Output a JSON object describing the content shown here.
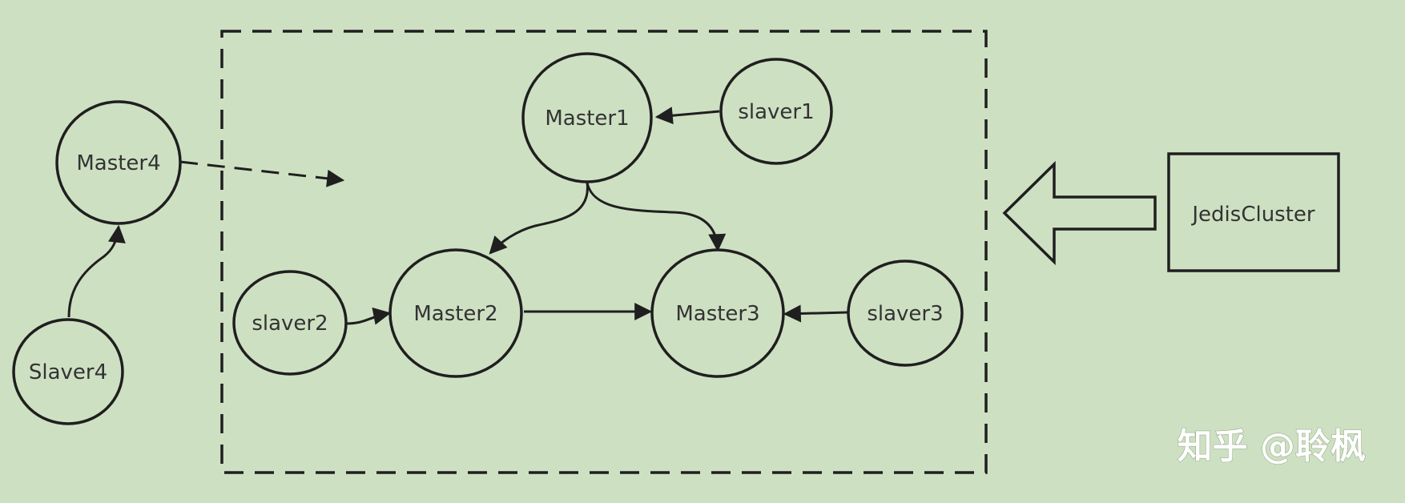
{
  "diagram": {
    "nodes": {
      "master1": "Master1",
      "master2": "Master2",
      "master3": "Master3",
      "master4": "Master4",
      "slaver1": "slaver1",
      "slaver2": "slaver2",
      "slaver3": "slaver3",
      "slaver4": "Slaver4",
      "jediscluster": "JedisCluster"
    },
    "watermark": "知乎 @聆枫"
  },
  "colors": {
    "background": "#cee0c2",
    "stroke": "#1f1f1f",
    "text": "#333333",
    "watermark": "#ffffff"
  }
}
